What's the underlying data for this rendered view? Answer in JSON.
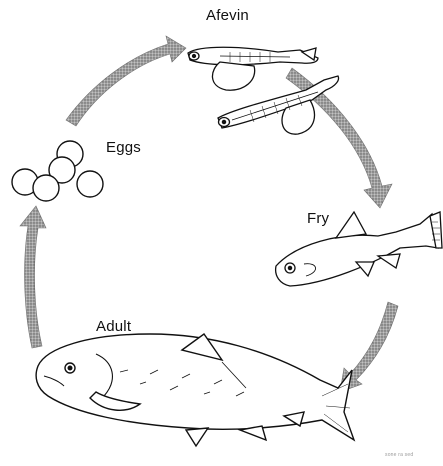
{
  "diagram": {
    "stages": [
      {
        "key": "alevin",
        "label": "Afevin"
      },
      {
        "key": "fry",
        "label": "Fry"
      },
      {
        "key": "adult",
        "label": "Adult"
      },
      {
        "key": "eggs",
        "label": "Eggs"
      }
    ],
    "credit": "sone ra sed",
    "colors": {
      "ink": "#111111",
      "arrow_fill": "#8c8c8c",
      "paper": "#ffffff"
    }
  }
}
